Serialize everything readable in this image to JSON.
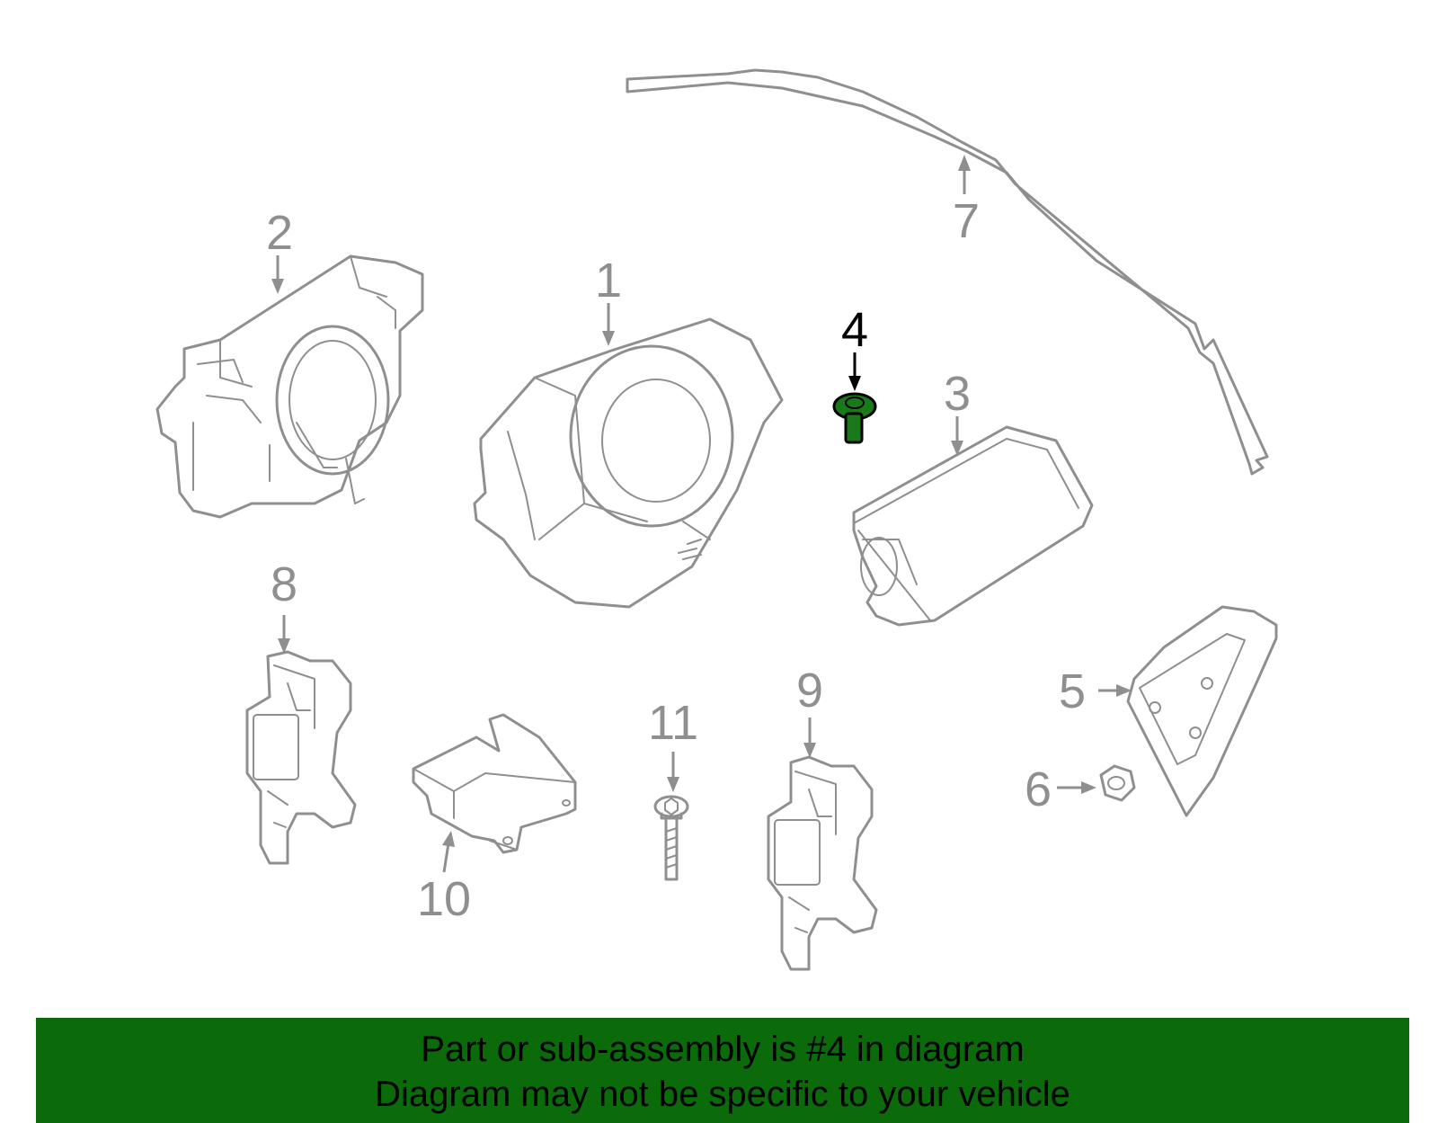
{
  "colors": {
    "line": "#8f8f8f",
    "highlight_fill": "#1a7a1a",
    "highlight_stroke": "#000000",
    "banner_background": "#0b6b0b",
    "banner_text": "#000000"
  },
  "callouts": [
    {
      "id": "1",
      "label": "1"
    },
    {
      "id": "2",
      "label": "2"
    },
    {
      "id": "3",
      "label": "3"
    },
    {
      "id": "4",
      "label": "4",
      "highlighted": true
    },
    {
      "id": "5",
      "label": "5"
    },
    {
      "id": "6",
      "label": "6"
    },
    {
      "id": "7",
      "label": "7"
    },
    {
      "id": "8",
      "label": "8"
    },
    {
      "id": "9",
      "label": "9"
    },
    {
      "id": "10",
      "label": "10"
    },
    {
      "id": "11",
      "label": "11"
    }
  ],
  "banner": {
    "line1": "Part or sub-assembly is #4 in diagram",
    "line2": "Diagram may not be specific to your vehicle"
  }
}
